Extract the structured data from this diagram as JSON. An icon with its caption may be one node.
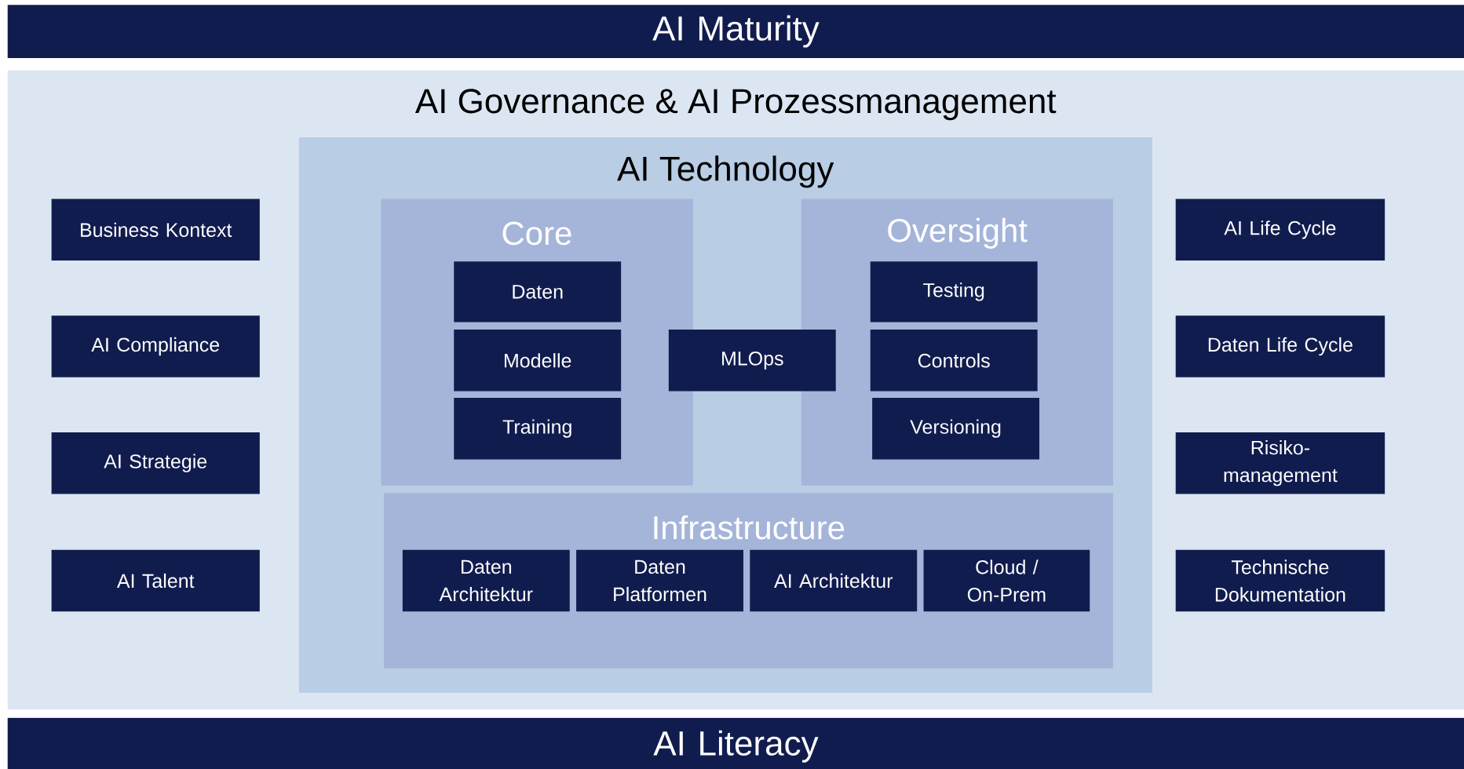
{
  "diagram": {
    "nodes": [
      {
        "text": [
          "AI Maturity"
        ]
      },
      {
        "text": [
          "AI Governance & AI Prozessmanagement"
        ]
      },
      {
        "text": [
          "AI Technology"
        ],
        "in": 1
      },
      {
        "text": [
          "Core"
        ],
        "in": 2
      },
      {
        "text": [
          "Daten"
        ],
        "in": 3
      },
      {
        "text": [
          "Modelle"
        ],
        "in": 3
      },
      {
        "text": [
          "Training"
        ],
        "in": 3
      },
      {
        "text": [
          "MLOps"
        ],
        "in": 2
      },
      {
        "text": [
          "Oversight"
        ],
        "in": 2
      },
      {
        "text": [
          "Testing"
        ],
        "in": 8
      },
      {
        "text": [
          "Controls"
        ],
        "in": 8
      },
      {
        "text": [
          "Versioning"
        ],
        "in": 8
      },
      {
        "text": [
          "Infrastructure"
        ],
        "in": 2
      },
      {
        "text": [
          "Daten Architektur"
        ],
        "in": 12
      },
      {
        "text": [
          "Daten Platformen"
        ],
        "in": 12
      },
      {
        "text": [
          "AI Architektur"
        ],
        "in": 12
      },
      {
        "text": [
          "Cloud / On-Prem"
        ],
        "in": 12
      },
      {
        "text": [
          "Business Kontext"
        ],
        "in": 1
      },
      {
        "text": [
          "AI Compliance"
        ],
        "in": 1
      },
      {
        "text": [
          "AI Strategie"
        ],
        "in": 1
      },
      {
        "text": [
          "AI Talent"
        ],
        "in": 1
      },
      {
        "text": [
          "AI Life Cycle"
        ],
        "in": 1
      },
      {
        "text": [
          "Daten Life Cycle"
        ],
        "in": 1
      },
      {
        "text": [
          "Risiko-management"
        ],
        "in": 1
      },
      {
        "text": [
          "Technische Dokumentation"
        ],
        "in": 1
      },
      {
        "text": [
          "AI Literacy"
        ]
      }
    ]
  }
}
